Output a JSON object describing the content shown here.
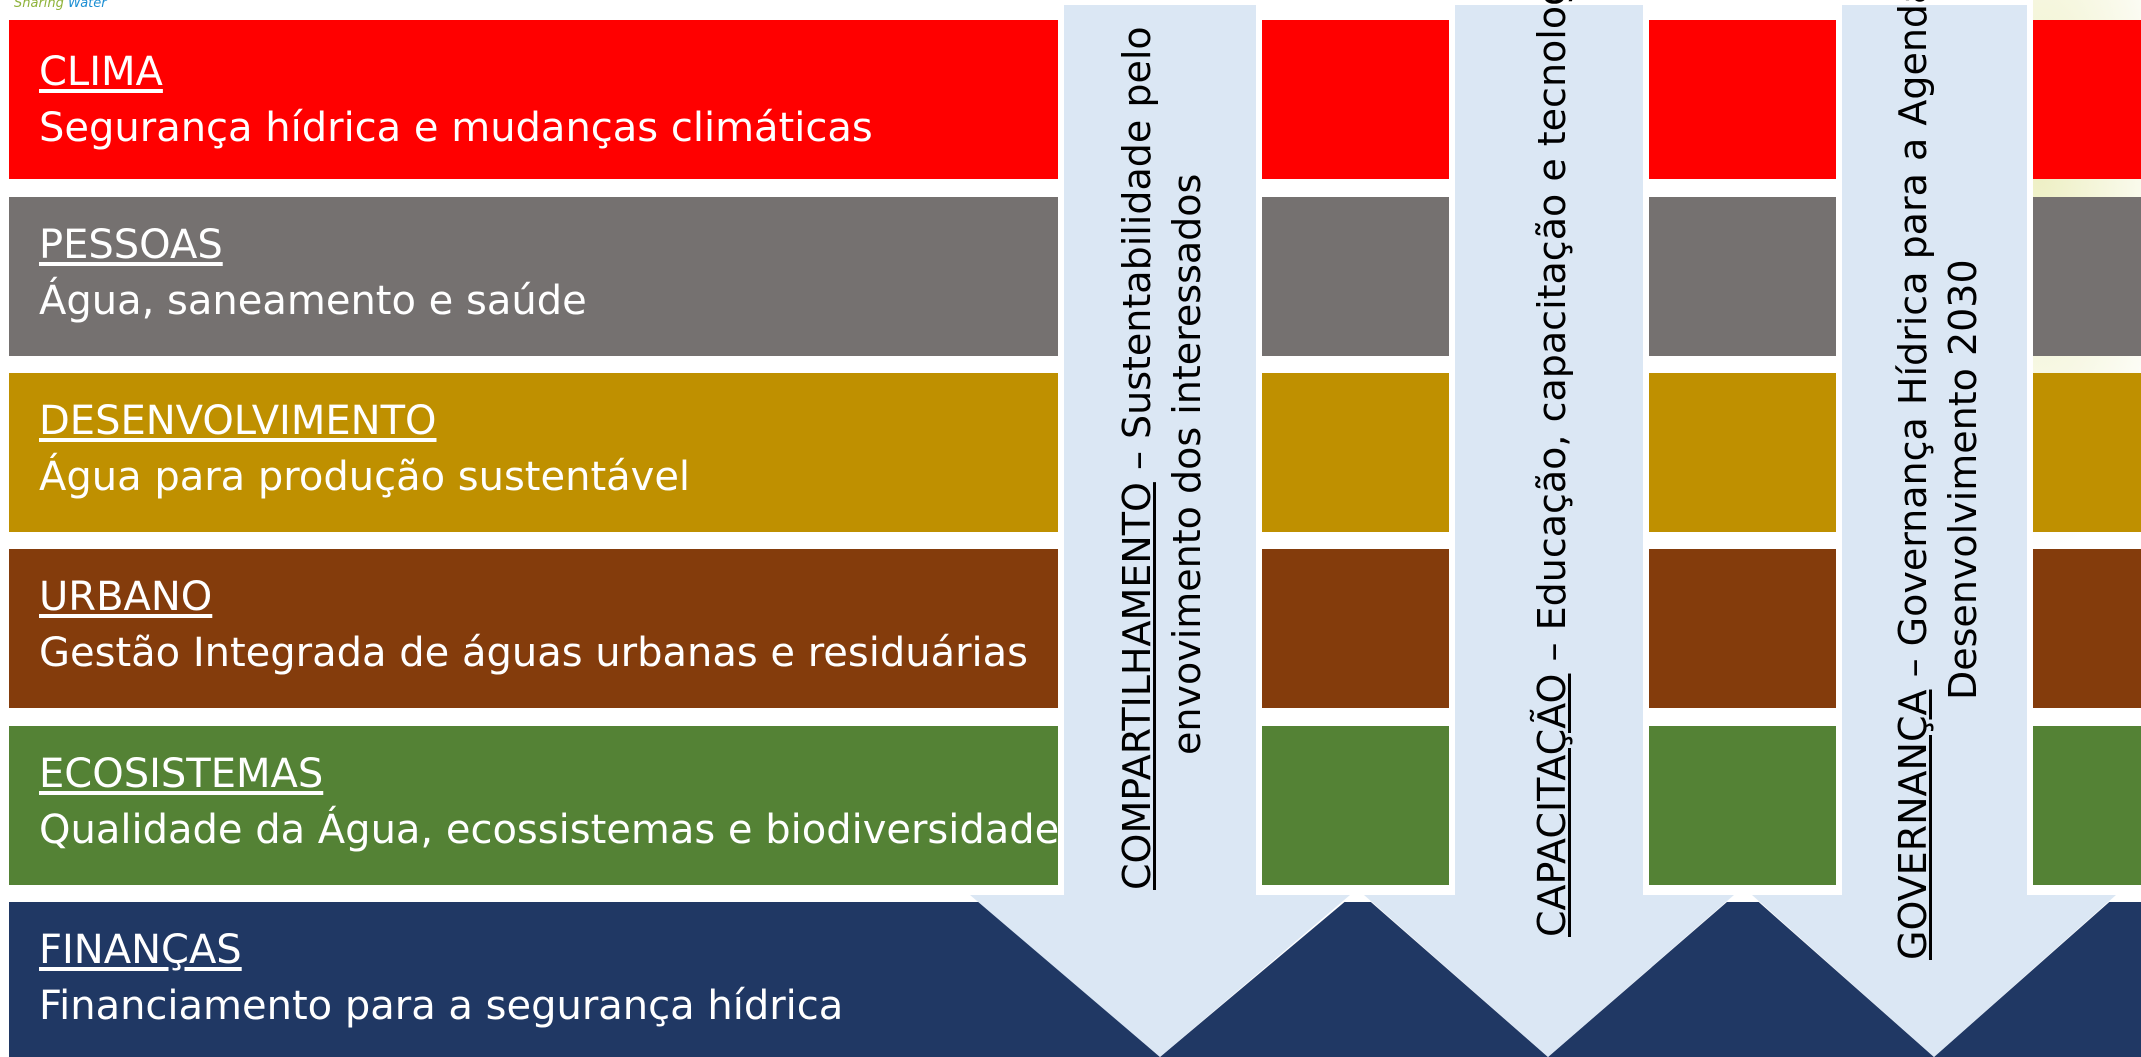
{
  "logo": {
    "text_part1": "Sharing ",
    "text_part2": "Water"
  },
  "colors": {
    "clima": "#ff0000",
    "pessoas": "#757170",
    "desenvolvimento": "#bf9000",
    "urbano": "#843c0c",
    "ecosistemas": "#548235",
    "financas": "#203864",
    "arrow": "#dbe7f4"
  },
  "bands": [
    {
      "title": "CLIMA",
      "subtitle": "Segurança hídrica e mudanças climáticas"
    },
    {
      "title": "PESSOAS",
      "subtitle": "Água, saneamento e saúde"
    },
    {
      "title": "DESENVOLVIMENTO",
      "subtitle": "Água para produção sustentável"
    },
    {
      "title": "URBANO",
      "subtitle": "Gestão Integrada de águas urbanas e residuárias"
    },
    {
      "title": "ECOSISTEMAS",
      "subtitle": "Qualidade da Água, ecossistemas e biodiversidade"
    },
    {
      "title": "FINANÇAS",
      "subtitle": "Financiamento para a segurança hídrica"
    }
  ],
  "arrows": [
    {
      "keyword": "COMPARTILHAMENTO",
      "rest_line1": " – Sustentabilidade pelo",
      "line2": "envovimento dos interessados"
    },
    {
      "keyword": "CAPACITAÇÃO",
      "rest_line1": " – Educação, capacitação e tecnologia",
      "line2": ""
    },
    {
      "keyword": "GOVERNANÇA",
      "rest_line1": " – Governança Hídrica para a Agenda de",
      "line2": "Desenvolvimento 2030"
    }
  ]
}
